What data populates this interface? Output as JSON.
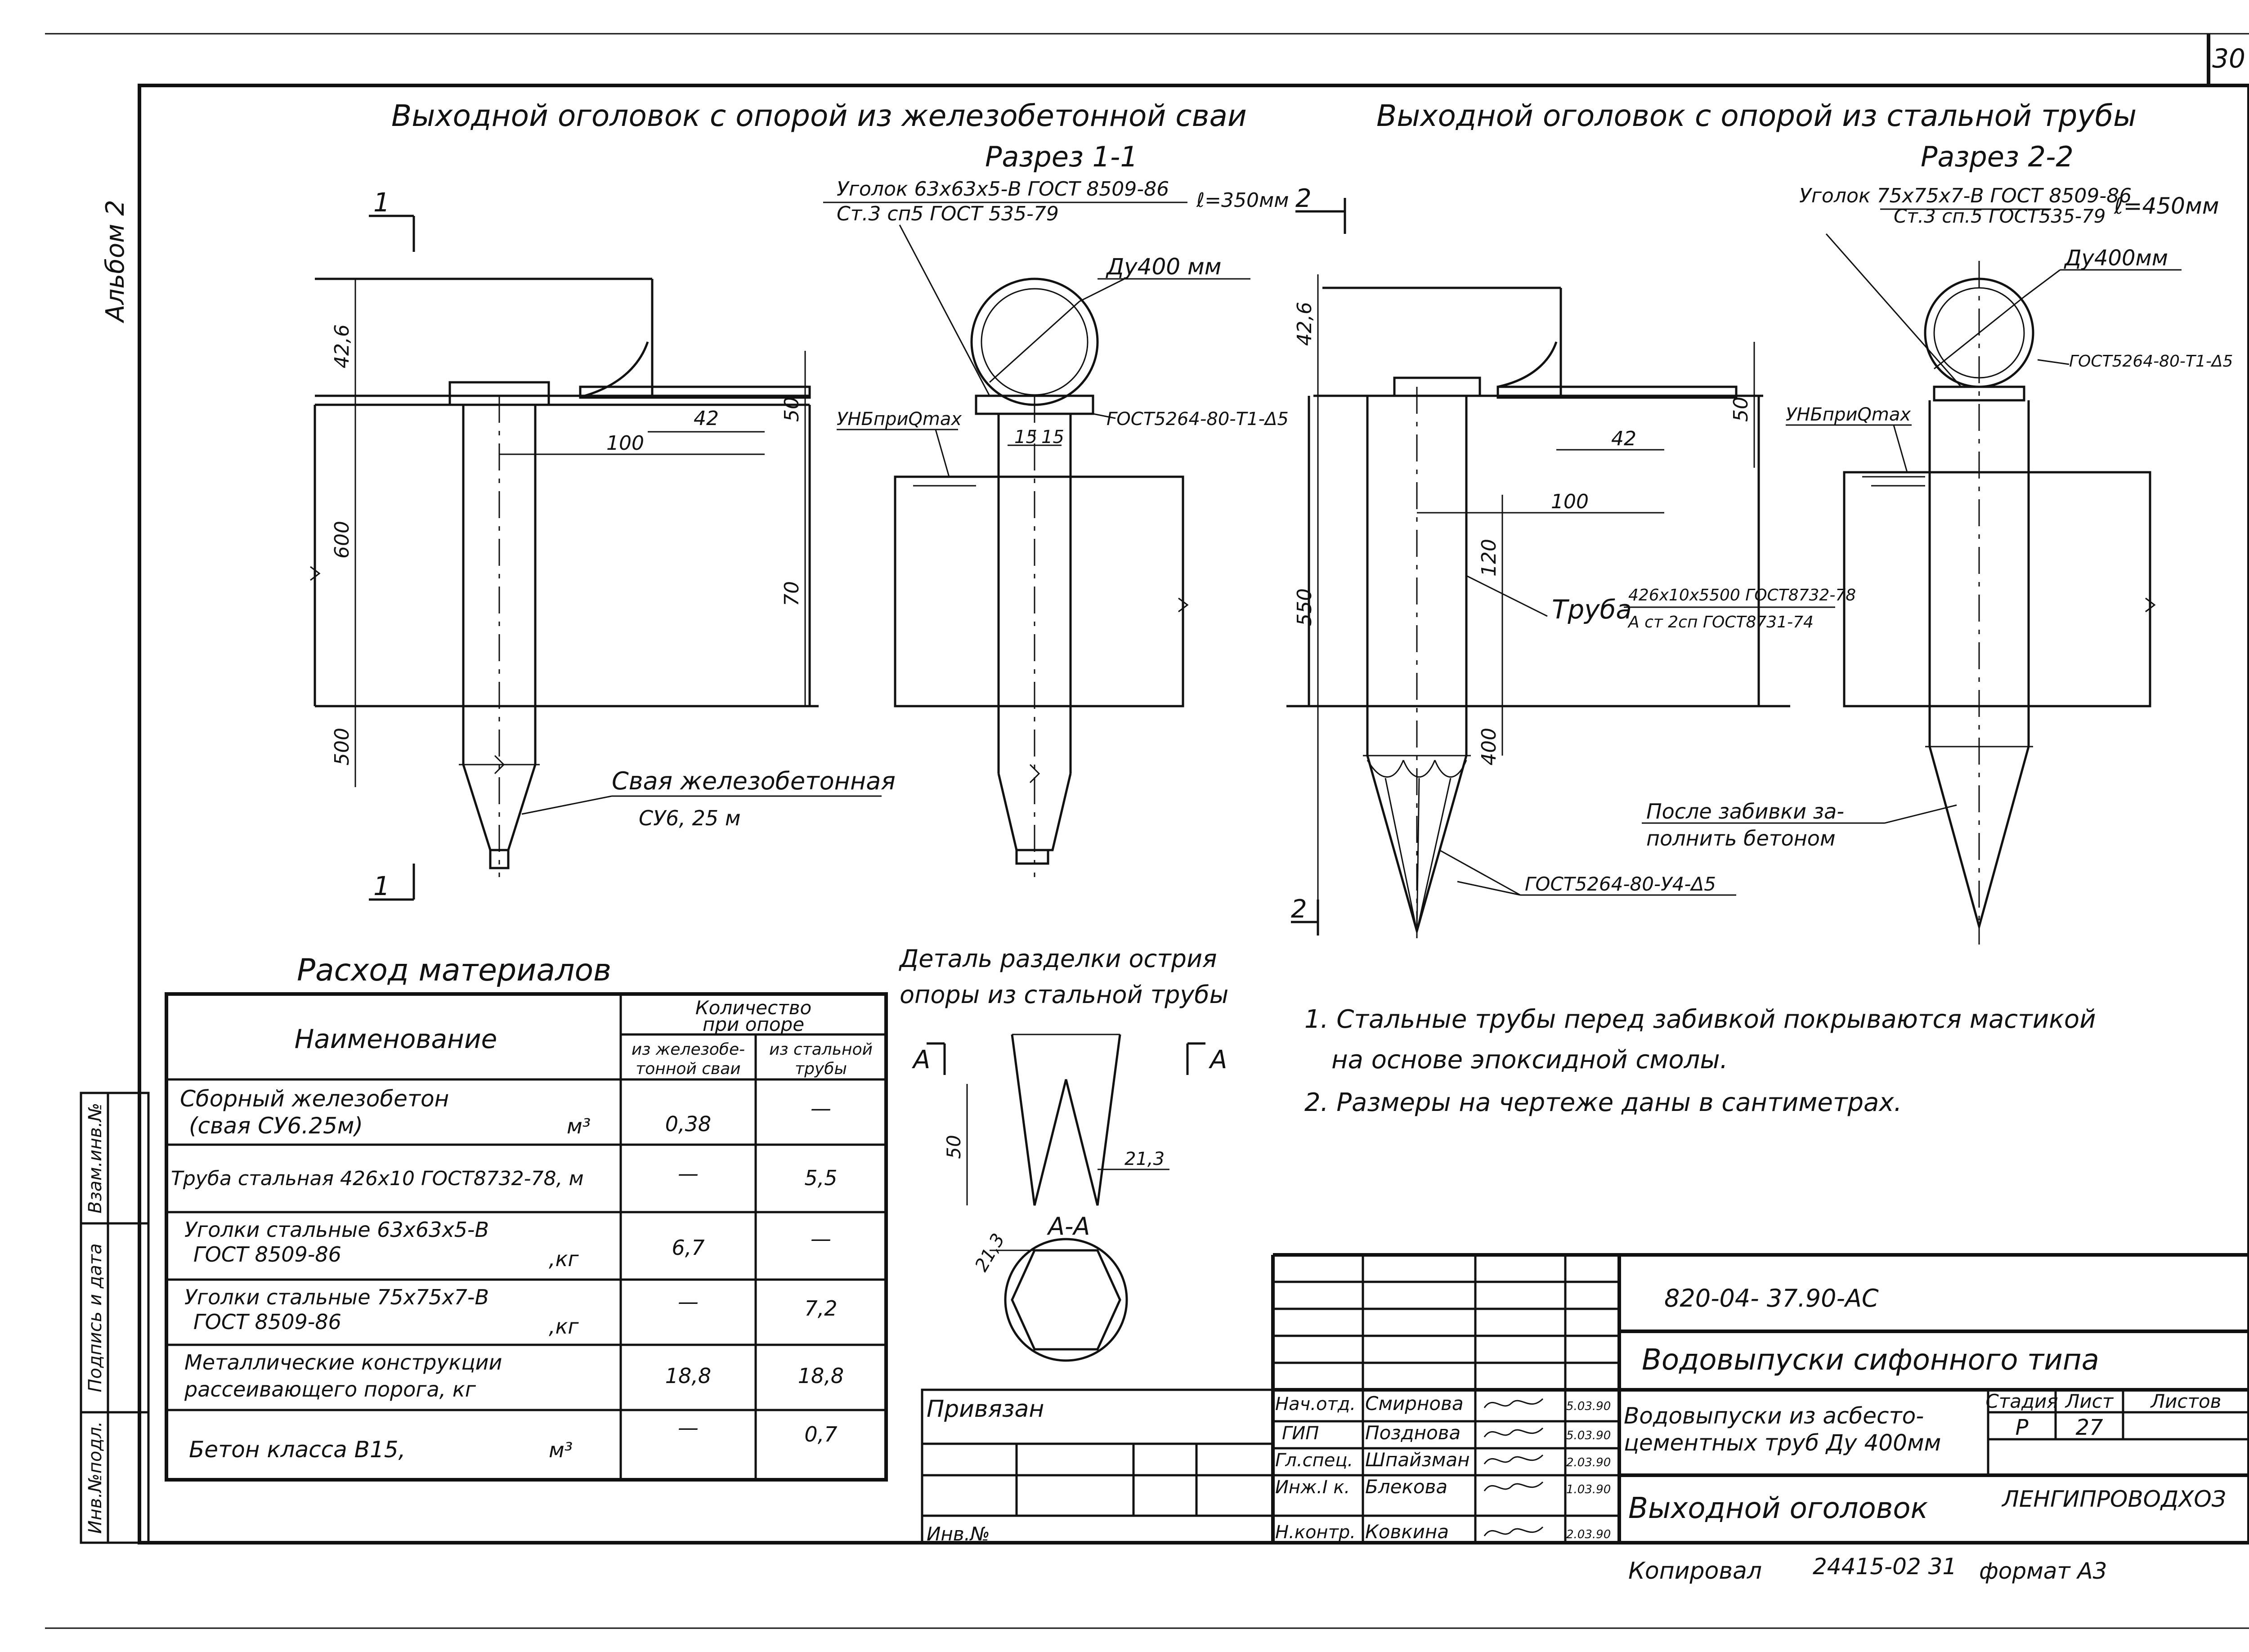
{
  "sheet": {
    "page_number": "30",
    "album": "Альбом 2"
  },
  "left_view": {
    "title": "Выходной оголовок с опорой из железобетонной сваи",
    "section": "Разрез 1-1",
    "section_mark": "1",
    "angle_label_top": "Уголок 63x63x5-В ГОСТ 8509-86",
    "angle_label_bottom": "Ст.3 сп5 ГОСТ 535-79",
    "angle_length": "ℓ=350мм",
    "pipe_diameter": "Ду400 мм",
    "clamp_label": "ГОСТ5264-80-Т1-Δ5",
    "water_level": "УНБприQmax",
    "dims": {
      "d426": "42,6",
      "d42": "42",
      "d100": "100",
      "d50": "50",
      "d600": "600",
      "d70": "70",
      "d500": "500",
      "d15a": "15",
      "d15b": "15"
    },
    "pile_label_top": "Свая железобетонная",
    "pile_label_bottom": "СУ6, 25 м"
  },
  "right_view": {
    "title": "Выходной оголовок с опорой из стальной трубы",
    "section": "Разрез 2-2",
    "section_mark": "2",
    "angle_label_top": "Уголок 75x75x7-В ГОСТ 8509-86",
    "angle_label_bottom": "Ст.3 сп.5 ГОСТ535-79",
    "angle_length": "ℓ=450мм",
    "pipe_diameter": "Ду400мм",
    "clamp_label": "ГОСТ5264-80-Т1-Δ5",
    "water_level": "УНБприQmax",
    "dims": {
      "d426": "42,6",
      "d50": "50",
      "d42": "42",
      "d100": "100",
      "d120": "120",
      "d550": "550",
      "d400": "400"
    },
    "pipe_label_word": "Труба",
    "pipe_label_top": "426x10x5500 ГОСТ8732-78",
    "pipe_label_bottom": "А ст 2сп ГОСТ8731-74",
    "fill_note_1": "После забивки за-",
    "fill_note_2": "полнить бетоном",
    "weld_label": "ГОСТ5264-80-У4-Δ5"
  },
  "materials": {
    "title": "Расход материалов",
    "col_name": "Наименование",
    "col_qty_1": "Количество",
    "col_qty_2": "при опоре",
    "col_rc_1": "из железобе-",
    "col_rc_2": "тонной сваи",
    "col_st_1": "из стальной",
    "col_st_2": "трубы",
    "rows": [
      {
        "name_1": "Сборный железобетон",
        "name_2": "(свая СУ6.25м)",
        "unit": "м³",
        "rc": "0,38",
        "st": "—"
      },
      {
        "name_1": "Труба стальная 426x10 ГОСТ8732-78, м",
        "name_2": "",
        "unit": "",
        "rc": "—",
        "st": "5,5"
      },
      {
        "name_1": "Уголки стальные 63x63x5-В",
        "name_2": "ГОСТ 8509-86",
        "unit": ",кг",
        "rc": "6,7",
        "st": "—"
      },
      {
        "name_1": "Уголки стальные 75x75x7-В",
        "name_2": "ГОСТ 8509-86",
        "unit": ",кг",
        "rc": "—",
        "st": "7,2"
      },
      {
        "name_1": "Металлические конструкции",
        "name_2": "рассеивающего порога, кг",
        "unit": "",
        "rc": "18,8",
        "st": "18,8"
      },
      {
        "name_1": "Бетон класса В15,",
        "name_2": "",
        "unit": "м³",
        "rc": "—",
        "st": "0,7"
      }
    ]
  },
  "detail": {
    "title_1": "Деталь разделки острия",
    "title_2": "опоры из стальной трубы",
    "mark_a": "А",
    "section_aa": "А-А",
    "d50": "50",
    "d213a": "21,3",
    "d213b": "21,3"
  },
  "notes": [
    "1. Стальные трубы перед забивкой покрываются мастикой",
    "на основе эпоксидной смолы.",
    "2. Размеры на чертеже даны в сантиметрах."
  ],
  "side_stamp": {
    "inv_podl": "Инв.№подл.",
    "sign_date": "Подпись и дата",
    "vzam_inv": "Взам.инв.№"
  },
  "title_block": {
    "doc_code": "820-04- 37.90-АС",
    "project": "Водовыпуски сифонного типа",
    "object_1": "Водовыпуски из асбесто-",
    "object_2": "цементных труб Ду 400мм",
    "sheet_name": "Выходной оголовок",
    "org": "ЛЕНГИПРОВОДХОЗ",
    "stage_h": "Стадия",
    "sheet_h": "Лист",
    "sheets_h": "Листов",
    "stage": "Р",
    "sheet": "27",
    "privyazan": "Привязан",
    "inv_no": "Инв.№",
    "people": [
      {
        "role": "Нач.отд.",
        "name": "Смирнова",
        "date": "5.03.90"
      },
      {
        "role": "ГИП",
        "name": "Позднова",
        "date": "5.03.90"
      },
      {
        "role": "Гл.спец.",
        "name": "Шпайзман",
        "date": "2.03.90"
      },
      {
        "role": "Инж.I к.",
        "name": "Блекова",
        "date": "1.03.90"
      },
      {
        "role": "Н.контр.",
        "name": "Ковкина",
        "date": "2.03.90"
      }
    ],
    "copied": "Копировал",
    "copy_no": "24415-02 31",
    "format": "формат А3"
  }
}
